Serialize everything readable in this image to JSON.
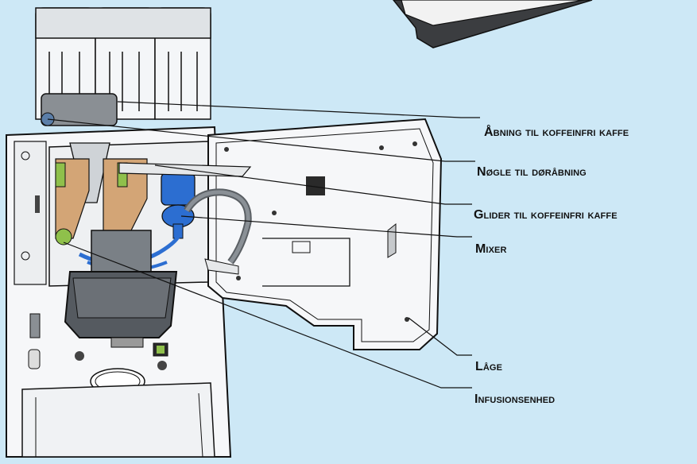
{
  "colors": {
    "background": "#cde8f6",
    "machine_body": "#f6f7f9",
    "outline": "#1a1a1a",
    "blue_part": "#2c6ed1",
    "green_part": "#8fc04b",
    "brown_part": "#d3a576",
    "dark_gray": "#555a60"
  },
  "labels": [
    {
      "id": "decaf-opening",
      "text": "Åbning til koffeinfri kaffe"
    },
    {
      "id": "door-key",
      "text": "Nøgle til døråbning"
    },
    {
      "id": "decaf-slide",
      "text": "Glider til koffeinfri kaffe"
    },
    {
      "id": "mixer",
      "text": "Mixer"
    },
    {
      "id": "door",
      "text": "Låge"
    },
    {
      "id": "brew-unit",
      "text": "Infusionsenhed"
    }
  ],
  "icons": [
    "warning-sticker-icon",
    "switch-icon"
  ]
}
